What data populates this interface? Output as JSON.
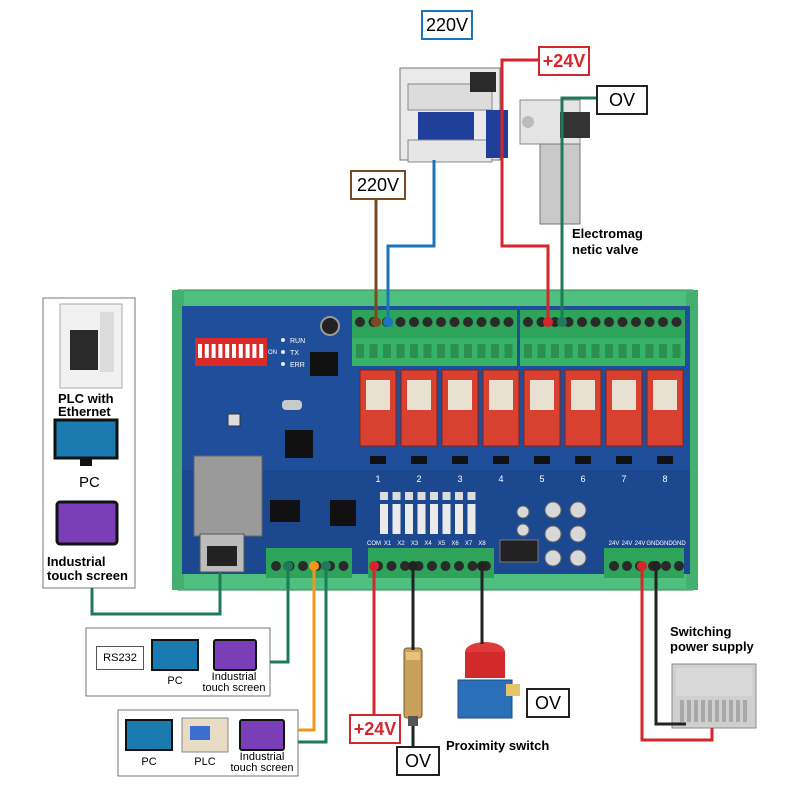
{
  "labels": {
    "v220_top": "220V",
    "v220_left": "220V",
    "plus24_top": "+24V",
    "ov_top": "OV",
    "valve": "Electromag netic valve",
    "valve_line1": "Electromag",
    "valve_line2": "netic valve",
    "plc_ethernet_line1": "PLC with",
    "plc_ethernet_line2": "Ethernet",
    "pc_left": "PC",
    "touch_left_line1": "Industrial",
    "touch_left_line2": "touch screen",
    "rs232": "RS232",
    "pc_rs232": "PC",
    "touch_rs232_line1": "Industrial",
    "touch_rs232_line2": "touch screen",
    "pc_bottom": "PC",
    "plc_bottom": "PLC",
    "touch_bottom_line1": "Industrial",
    "touch_bottom_line2": "touch screen",
    "plus24_bottom": "+24V",
    "ov_bottom": "OV",
    "ov_prox": "OV",
    "proximity": "Proximity switch",
    "switching_line1": "Switching",
    "switching_line2": "power supply"
  },
  "board": {
    "status_leds": [
      "RUN",
      "TX",
      "ERR"
    ],
    "relay_numbers": [
      "1",
      "2",
      "3",
      "4",
      "5",
      "6",
      "7",
      "8"
    ],
    "input_terminals": [
      "COM",
      "X1",
      "X2",
      "X3",
      "X4",
      "X5",
      "X6",
      "X7",
      "X8"
    ],
    "power_terminals": [
      "24V",
      "24V",
      "24V",
      "GND",
      "GND",
      "GND"
    ],
    "dip_switch_on_label": "ON"
  },
  "colors": {
    "board": "#1f4f9a",
    "rail": "#3fae6f",
    "terminal": "#2ea35a",
    "wire_red": "#d7262b",
    "wire_blue": "#1b75bc",
    "wire_brown": "#7a4a22",
    "wire_green": "#1f7a5a",
    "wire_orange": "#f0961e",
    "wire_black": "#222222"
  }
}
